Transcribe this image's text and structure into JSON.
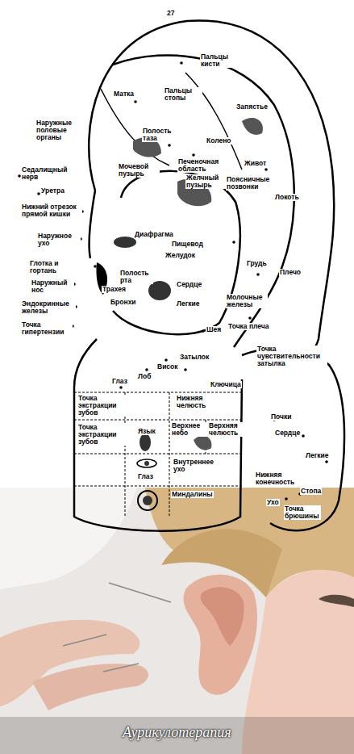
{
  "diagram": {
    "labels": [
      "27",
      "Пальцы кисти",
      "Пальцы стопы",
      "Матка",
      "Запястье",
      "Наружные половые органы",
      "Полость таза",
      "Колено",
      "Печеночная область",
      "Седалищный нерв",
      "Мочевой пузырь",
      "Желчный пузырь",
      "Живот",
      "Поясничные позвонки",
      "Локоть",
      "Уретра",
      "Нижний отрезок прямой кишки",
      "Наружное ухо",
      "Диафрагма",
      "Пищевод",
      "Желудок",
      "Грудь",
      "Плечо",
      "Глотка и гортань",
      "Наружный нос",
      "Полость рта",
      "Трахея",
      "Сердце",
      "Бронхи",
      "Легкие",
      "Молочные железы",
      "Эндокринные железы",
      "Шея",
      "Точка гипертензии",
      "Точка плеча",
      "Затылок",
      "Висок",
      "Лоб",
      "Глаз",
      "Ключица",
      "Точка чувствительности затылка",
      "Точка экстракции зубов",
      "Нижняя челюсть",
      "Верхнее небо",
      "Верхняя челюсть",
      "Язык",
      "Точка экстракции зубов",
      "Глаз",
      "Внутреннее ухо",
      "Миндалины",
      "Почки",
      "Сердце",
      "Легкие",
      "Нижняя конечность",
      "Стопа",
      "Ухо",
      "Точка брюшины",
      "Аурикулотерапия"
    ]
  }
}
